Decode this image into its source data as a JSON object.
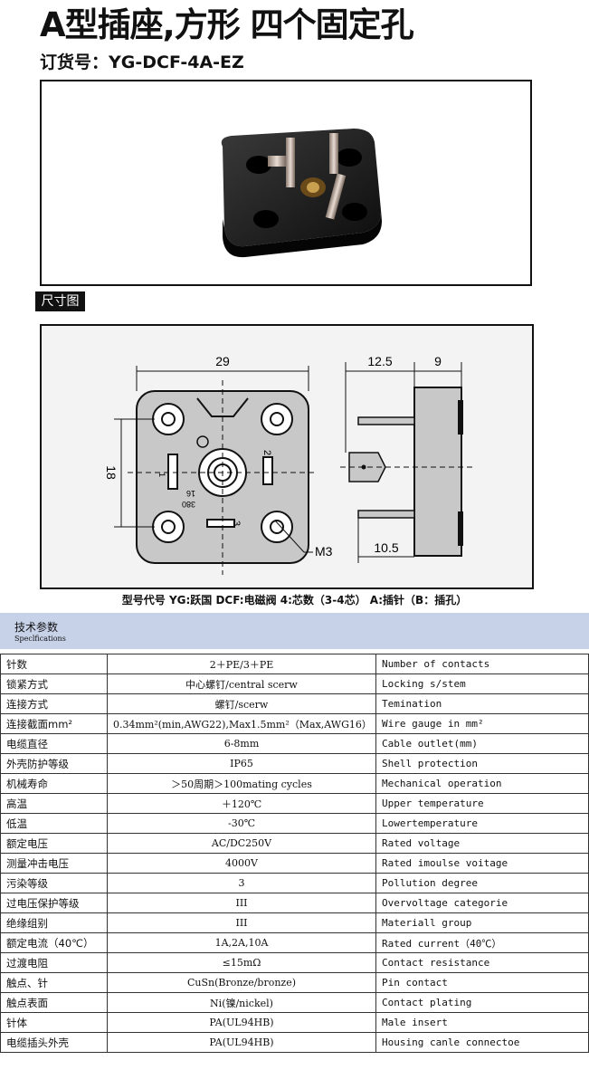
{
  "title": "A型插座,方形 四个固定孔",
  "order_number": "订货号：YG-DCF-4A-EZ",
  "dimension_tag": "尺寸图",
  "drawing": {
    "dim_width": "29",
    "dim_height": "18",
    "dim_side_a": "12.5",
    "dim_side_b": "9",
    "dim_side_c": "10.5",
    "thread": "M3",
    "pin_1": "1",
    "pin_2": "2",
    "pin_3": "3",
    "marking_16": "16",
    "marking_380": "380"
  },
  "caption": "型号代号  YG:跃国  DCF:电磁阀  4:芯数（3-4芯）  A:插针（B：插孔）",
  "specs_header": {
    "cn": "技术参数",
    "en": "Speclfications"
  },
  "specs": [
    {
      "cn": "针数",
      "value": "2＋PE/3＋PE",
      "en": "Number of contacts"
    },
    {
      "cn": "锁紧方式",
      "value": "中心螺钉/central scerw",
      "en": "Locking s/stem"
    },
    {
      "cn": "连接方式",
      "value": "螺钉/scerw",
      "en": "Temination"
    },
    {
      "cn": "连接截面mm²",
      "value": "0.34mm²(min,AWG22),Max1.5mm²（Max,AWG16）",
      "en": "Wire gauge in mm²"
    },
    {
      "cn": "电缆直径",
      "value": "6-8mm",
      "en": "Cable outlet(mm)"
    },
    {
      "cn": "外壳防护等级",
      "value": "IP65",
      "en": "Shell protection"
    },
    {
      "cn": "机械寿命",
      "value": "＞50周期＞100mating cycles",
      "en": "Mechanical operation"
    },
    {
      "cn": "高温",
      "value": "＋120℃",
      "en": "Upper temperature"
    },
    {
      "cn": "低温",
      "value": "-30℃",
      "en": "Lowertemperature"
    },
    {
      "cn": "额定电压",
      "value": "AC/DC250V",
      "en": "Rated voltage"
    },
    {
      "cn": "测量冲击电压",
      "value": "4000V",
      "en": "Rated imoulse voitage"
    },
    {
      "cn": "污染等级",
      "value": "3",
      "en": "Pollution degree"
    },
    {
      "cn": "过电压保护等级",
      "value": "III",
      "en": "Overvoltage categorie"
    },
    {
      "cn": "绝缘组别",
      "value": "III",
      "en": "Materiall group"
    },
    {
      "cn": "额定电流（40℃）",
      "value": "1A,2A,10A",
      "en": "Rated current（40℃）"
    },
    {
      "cn": "过渡电阻",
      "value": "≤15mΩ",
      "en": "Contact resistance"
    },
    {
      "cn": "触点、针",
      "value": "CuSn(Bronze/bronze)",
      "en": "Pin contact"
    },
    {
      "cn": "触点表面",
      "value": "Ni(镍/nickel)",
      "en": "Contact plating"
    },
    {
      "cn": "针体",
      "value": "PA(UL94HB)",
      "en": "Male insert"
    },
    {
      "cn": "电缆插头外壳",
      "value": "PA(UL94HB)",
      "en": "Housing canle connectoe"
    }
  ]
}
